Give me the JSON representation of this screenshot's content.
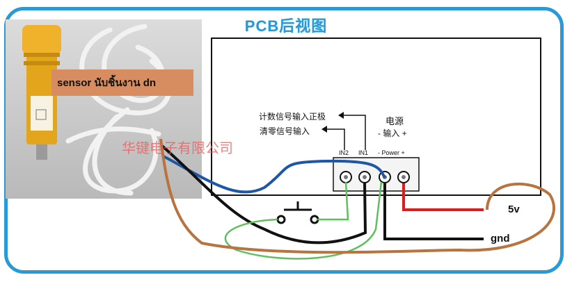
{
  "diagram": {
    "title": "PCB后视图",
    "sensor_label": "sensor นับชิ้นงาน   dn",
    "watermark": "华键电子有限公司",
    "annotations": {
      "count_input": "计数信号输入正极",
      "clear_input": "清零信号输入",
      "power_title": "电源",
      "power_input": "- 输入 +"
    },
    "terminals": {
      "in2": "IN2",
      "in1": "IN1",
      "power": "- Power +"
    },
    "wire_labels": {
      "v5": "5v",
      "gnd": "gnd"
    },
    "colors": {
      "frame": "#2a9ad6",
      "wire_blue": "#1f57a8",
      "wire_black": "#111111",
      "wire_brown": "#b9733f",
      "wire_red": "#e01b1b",
      "wire_green": "#5cc15c"
    }
  }
}
